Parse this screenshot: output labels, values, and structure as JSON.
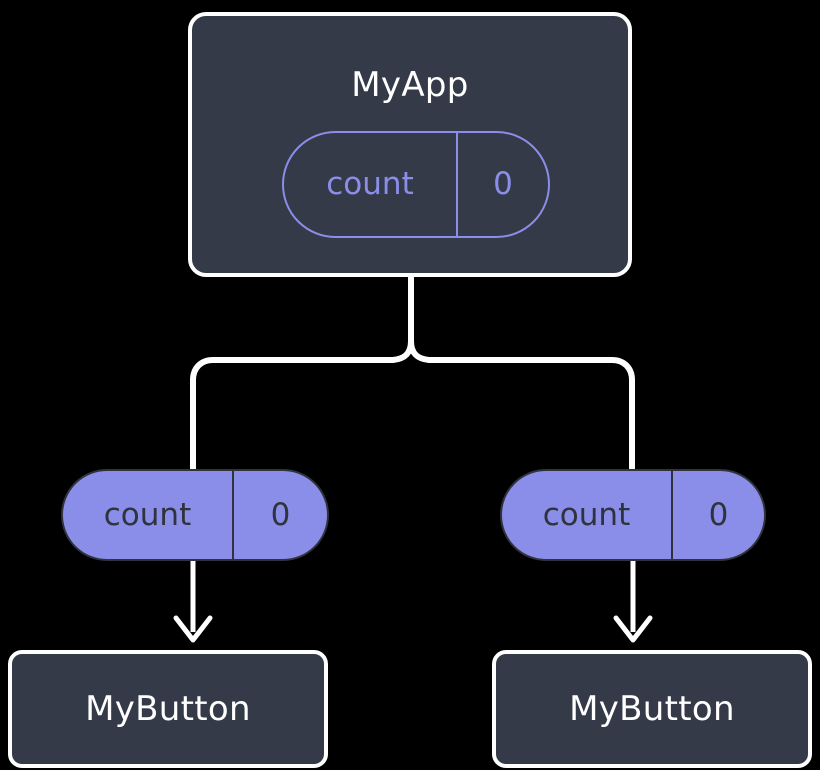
{
  "diagram": {
    "title": "React component tree with count state passed down as props",
    "background_color": "#000000",
    "colors": {
      "box_fill": "#343a47",
      "box_border": "#ffffff",
      "box_text": "#ffffff",
      "accent_purple": "#8b8ee8",
      "pill_text_dark": "#2f333d",
      "wire": "#ffffff",
      "arrow": "#ffffff"
    },
    "root": {
      "name": "root-component",
      "label": "MyApp",
      "state": {
        "key": "count",
        "value": "0"
      }
    },
    "props": [
      {
        "key": "count",
        "value": "0"
      },
      {
        "key": "count",
        "value": "0"
      }
    ],
    "children": [
      {
        "name": "child-component-left",
        "label": "MyButton"
      },
      {
        "name": "child-component-right",
        "label": "MyButton"
      }
    ],
    "connectors": {
      "trunk_label": "parent-to-children-branch",
      "arrow_label": "prop-flow-arrow"
    }
  }
}
